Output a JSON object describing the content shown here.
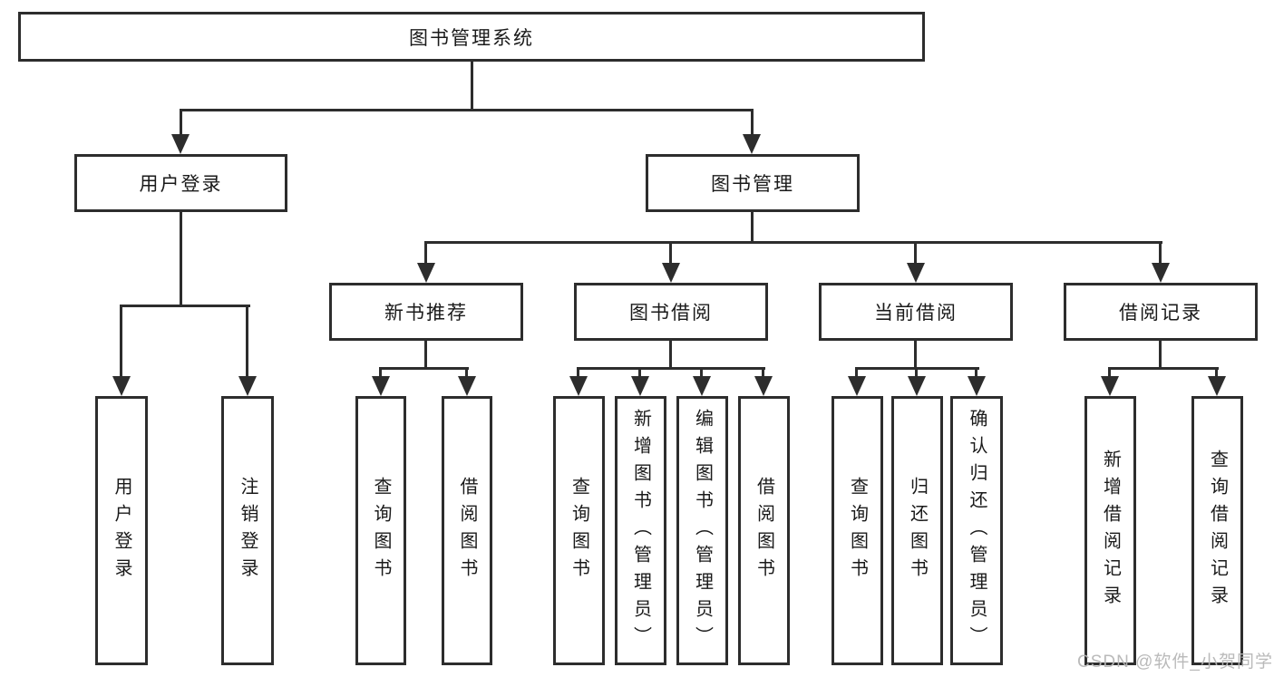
{
  "tree": {
    "label": "图书管理系统",
    "children": [
      {
        "label": "用户登录",
        "children": [
          {
            "label": "用户登录"
          },
          {
            "label": "注销登录"
          }
        ]
      },
      {
        "label": "图书管理",
        "children": [
          {
            "label": "新书推荐",
            "children": [
              {
                "label": "查询图书"
              },
              {
                "label": "借阅图书"
              }
            ]
          },
          {
            "label": "图书借阅",
            "children": [
              {
                "label": "查询图书"
              },
              {
                "label": "新增图书（管理员）"
              },
              {
                "label": "编辑图书（管理员）"
              },
              {
                "label": "借阅图书"
              }
            ]
          },
          {
            "label": "当前借阅",
            "children": [
              {
                "label": "查询图书"
              },
              {
                "label": "归还图书"
              },
              {
                "label": "确认归还（管理员）"
              }
            ]
          },
          {
            "label": "借阅记录",
            "children": [
              {
                "label": "新增借阅记录"
              },
              {
                "label": "查询借阅记录"
              }
            ]
          }
        ]
      }
    ]
  },
  "watermark": {
    "text": "CSDN @软件_小贺同学"
  },
  "colors": {
    "line": "#2d2d2d",
    "text": "#1a1a1a",
    "background": "#ffffff",
    "watermark": "#b6b6b6"
  }
}
